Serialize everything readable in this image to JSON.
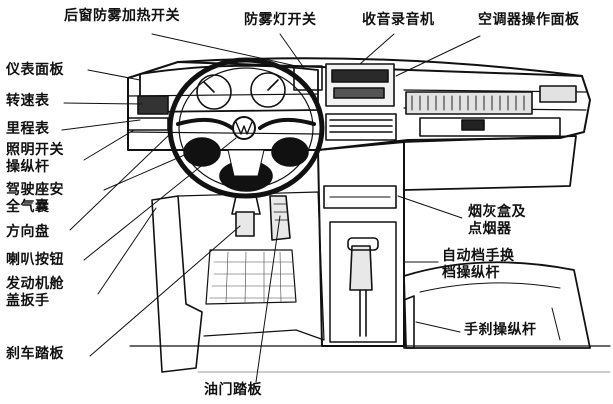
{
  "diagram": {
    "labels": {
      "rear_defog_switch": "后窗防雾加热开关",
      "fog_light_switch": "防雾灯开关",
      "radio_cassette": "收音录音机",
      "ac_panel": "空调器操作面板",
      "instrument_panel": "仪表面板",
      "tachometer": "转速表",
      "odometer": "里程表",
      "lighting_switch_line1": "照明开关",
      "lighting_switch_line2": "操纵杆",
      "airbag_line1": "驾驶座安",
      "airbag_line2": "全气囊",
      "steering_wheel": "方向盘",
      "horn_button": "喇叭按钮",
      "hood_release_line1": "发动机舱",
      "hood_release_line2": "盖扳手",
      "brake_pedal": "刹车踏板",
      "accelerator_pedal": "油门踏板",
      "ashtray_line1": "烟灰盒及",
      "ashtray_line2": "点烟器",
      "auto_shift_line1": "自动档手换",
      "auto_shift_line2": "档操纵杆",
      "handbrake": "手刹操纵杆"
    }
  }
}
